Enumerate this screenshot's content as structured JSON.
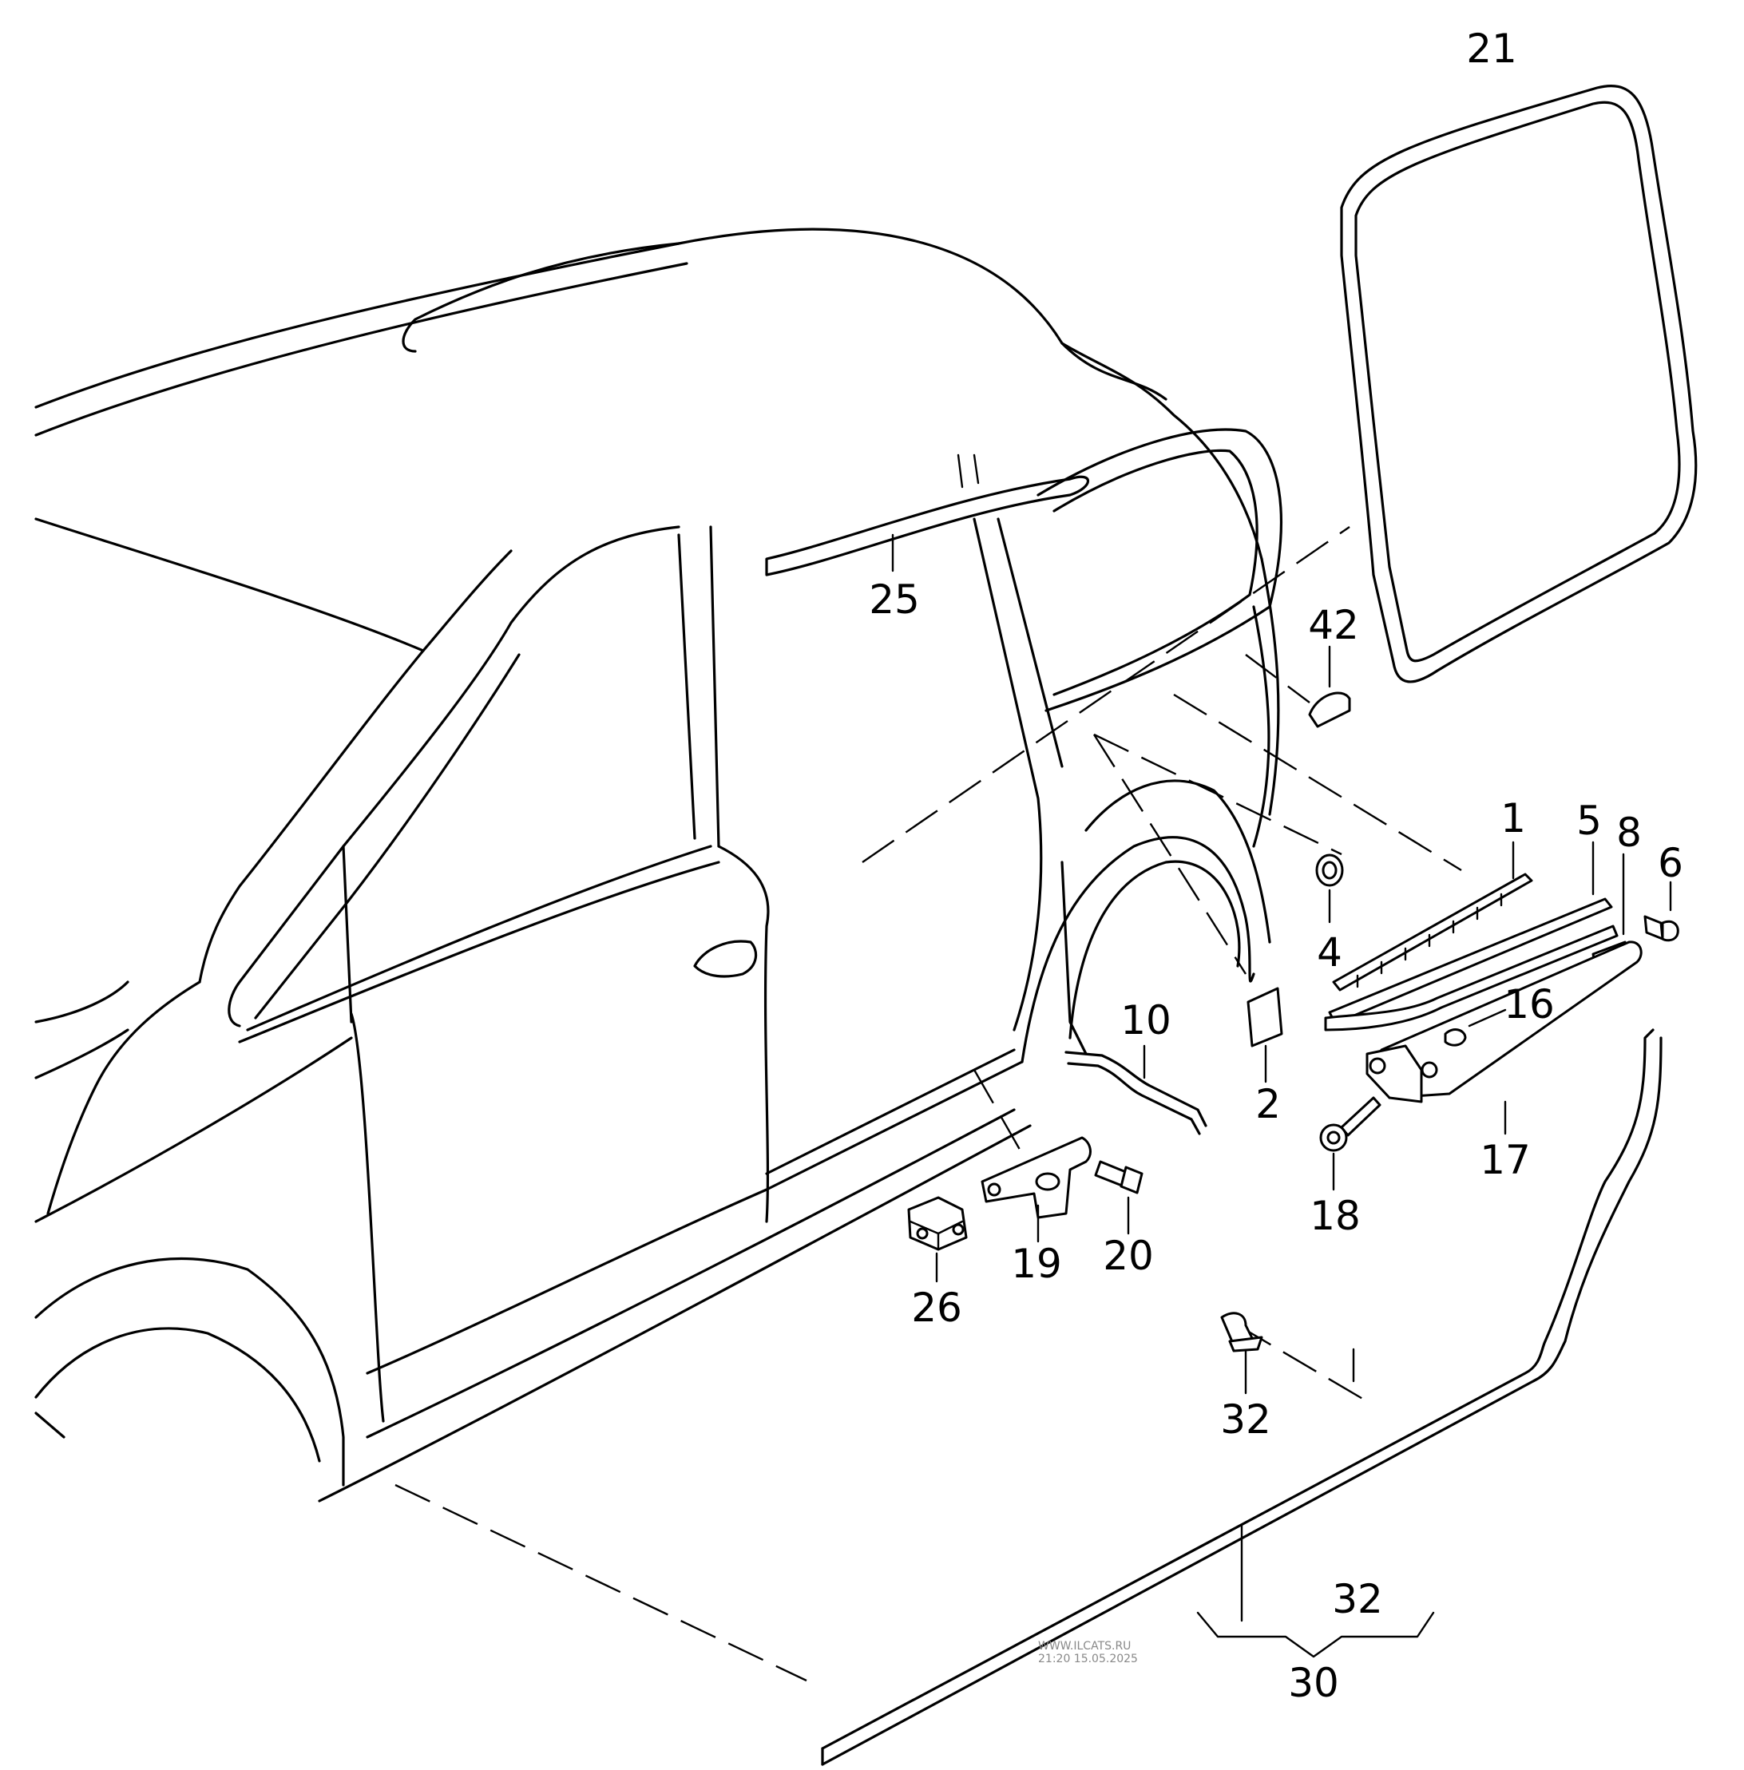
{
  "callouts": [
    {
      "id": "c1",
      "text": "1"
    },
    {
      "id": "c2",
      "text": "2"
    },
    {
      "id": "c4",
      "text": "4"
    },
    {
      "id": "c5",
      "text": "5"
    },
    {
      "id": "c6",
      "text": "6"
    },
    {
      "id": "c8",
      "text": "8"
    },
    {
      "id": "c10",
      "text": "10"
    },
    {
      "id": "c16",
      "text": "16"
    },
    {
      "id": "c17",
      "text": "17"
    },
    {
      "id": "c18",
      "text": "18"
    },
    {
      "id": "c19",
      "text": "19"
    },
    {
      "id": "c20",
      "text": "20"
    },
    {
      "id": "c21",
      "text": "21"
    },
    {
      "id": "c25",
      "text": "25"
    },
    {
      "id": "c26",
      "text": "26"
    },
    {
      "id": "c30",
      "text": "30"
    },
    {
      "id": "c32a",
      "text": "32"
    },
    {
      "id": "c32b",
      "text": "32"
    },
    {
      "id": "c42",
      "text": "42"
    }
  ],
  "watermark": {
    "line1": "WWW.ILCATS.RU",
    "line2": "21:20 15.05.2025"
  }
}
